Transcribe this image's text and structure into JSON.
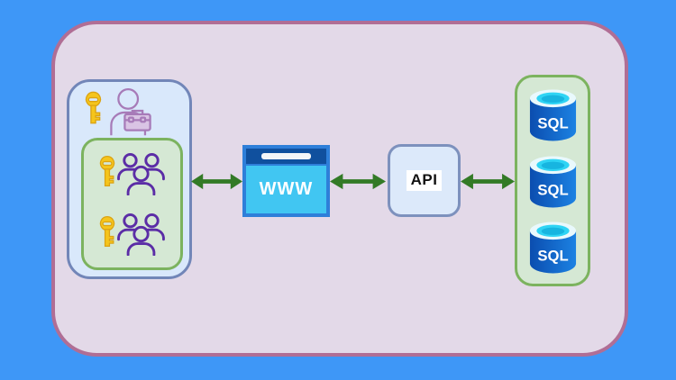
{
  "colors": {
    "page-bg": "#3E97F7",
    "canvas-fill": "#E3D9E8",
    "canvas-border": "#B06E95",
    "clients-fill": "#D9E8FB",
    "clients-border": "#7286B8",
    "group-fill": "#D5E8D4",
    "group-border": "#7CB35F",
    "arrow": "#337A26",
    "browser-frame": "#2E7FD9",
    "browser-titlebar": "#10509E",
    "browser-body": "#41C6F2",
    "browser-addressbar": "#F4F6F8",
    "api-fill": "#DCE9FA",
    "api-border": "#7D91BD",
    "api-label-bg": "#FFFFFF",
    "api-label-text": "#111111",
    "sql-body-dark": "#0B4DAF",
    "sql-body-light": "#1C82E3",
    "sql-rim": "#E9F9FD",
    "sql-top": "#2FD4F4",
    "sql-top-inner": "#17B5E0",
    "sql-label": "#FFFFFF",
    "key-fill": "#F5C51C",
    "key-stroke": "#DBA313",
    "admin-stroke": "#A77BB8",
    "admin-case-fill": "#D9C4E4",
    "people-stroke": "#5B2DA6"
  },
  "diagram": {
    "clients": {
      "admin": {
        "icon": "admin-user-with-key-icon"
      },
      "groups": [
        {
          "icon": "user-group-with-key-icon"
        },
        {
          "icon": "user-group-with-key-icon"
        }
      ]
    },
    "browser": {
      "label": "WWW"
    },
    "api": {
      "label": "API"
    },
    "databases": [
      {
        "label": "SQL"
      },
      {
        "label": "SQL"
      },
      {
        "label": "SQL"
      }
    ],
    "connections": [
      {
        "from": "clients",
        "to": "browser",
        "style": "double-arrow"
      },
      {
        "from": "browser",
        "to": "api",
        "style": "double-arrow"
      },
      {
        "from": "api",
        "to": "databases",
        "style": "double-arrow"
      }
    ]
  }
}
